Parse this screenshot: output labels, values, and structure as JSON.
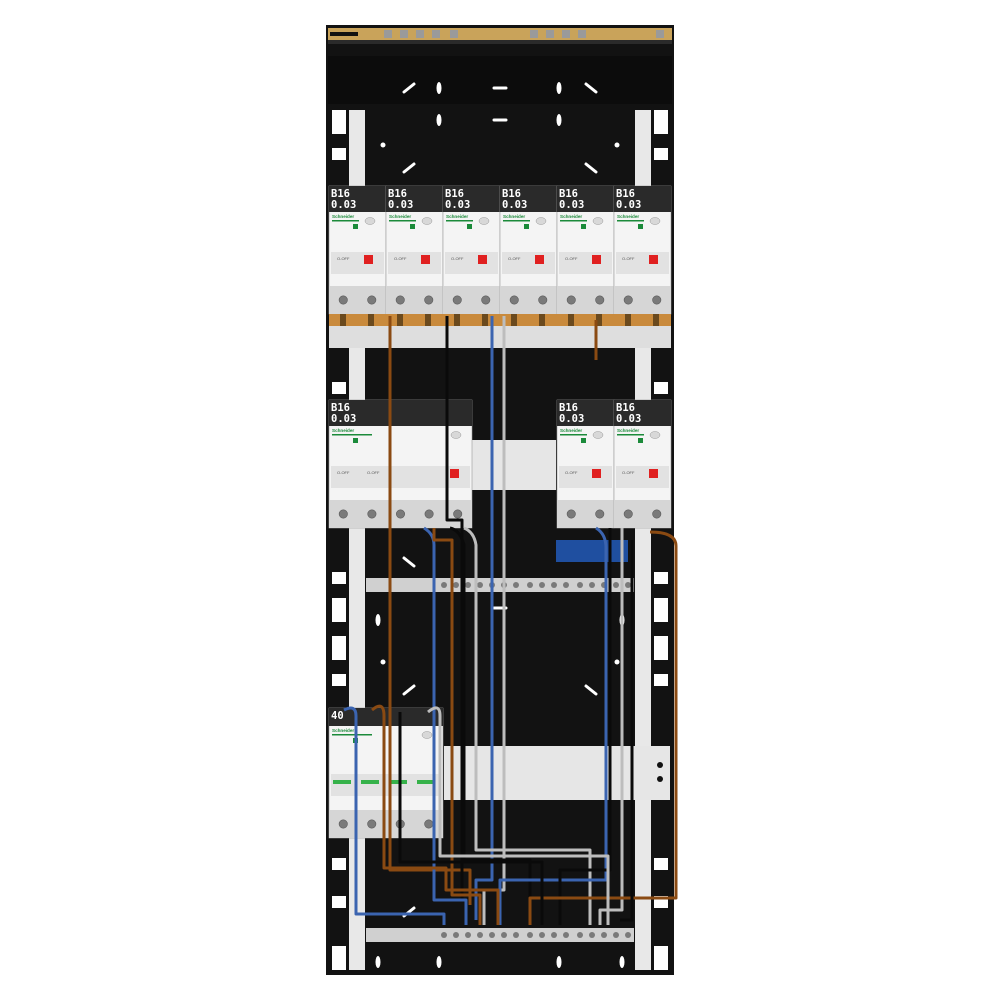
{
  "panel": {
    "colors": {
      "enclosure": "#121212",
      "rail": "#dcdcdc",
      "module_body": "#f4f4f4",
      "module_top": "#2a2a2a",
      "brand_green": "#1b8a3a",
      "test_red": "#e02020",
      "busbar_copper": "#c98a3c",
      "neutral_blue": "#1f4fa0",
      "wire_brown": "#8a4a12",
      "wire_blue": "#3b64b0",
      "wire_black": "#0a0a0a",
      "wire_grey": "#bdbdbd"
    },
    "rows": [
      {
        "modules": [
          {
            "rating": "B16",
            "sensitivity": "0.03"
          },
          {
            "rating": "B16",
            "sensitivity": "0.03"
          },
          {
            "rating": "B16",
            "sensitivity": "0.03"
          },
          {
            "rating": "B16",
            "sensitivity": "0.03"
          },
          {
            "rating": "B16",
            "sensitivity": "0.03"
          },
          {
            "rating": "B16",
            "sensitivity": "0.03"
          }
        ]
      },
      {
        "modules": [
          {
            "rating": "B16",
            "sensitivity": "0.03"
          },
          {
            "rating": "B16",
            "sensitivity": "0.03"
          },
          {
            "rating": "B16",
            "sensitivity": "0.03"
          }
        ]
      },
      {
        "modules": [
          {
            "rating": "40",
            "sensitivity": ""
          }
        ]
      }
    ],
    "brand_label": "Schneider",
    "off_label": "O-OFF"
  }
}
